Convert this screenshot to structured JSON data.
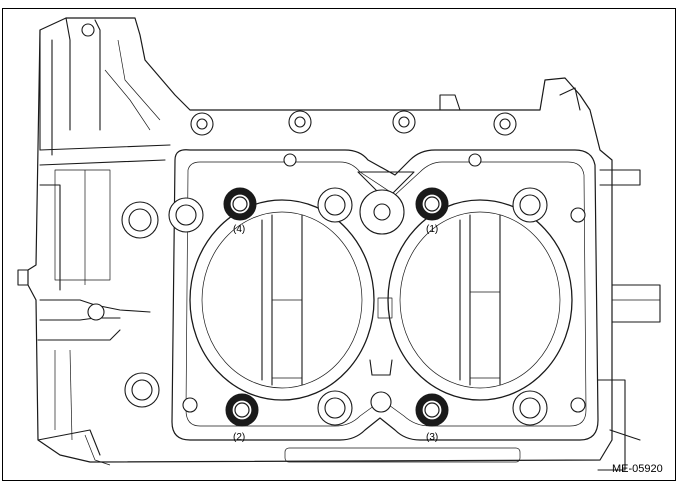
{
  "labels": {
    "bolt_1": "(1)",
    "bolt_2": "(2)",
    "bolt_3": "(3)",
    "bolt_4": "(4)",
    "figure_code": "ME-05920"
  }
}
